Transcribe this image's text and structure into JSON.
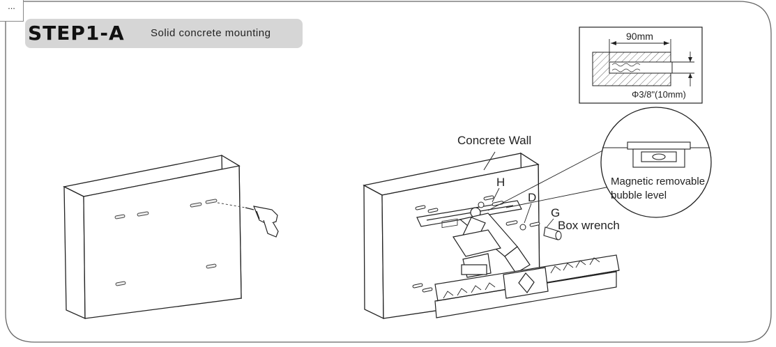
{
  "corner_menu": {
    "label": "..."
  },
  "header": {
    "title": "STEP1-A",
    "subtitle": "Solid concrete mounting"
  },
  "drill_detail": {
    "width_label": "90mm",
    "diameter_label": "Φ3/8\"(10mm)"
  },
  "labels": {
    "concrete_wall": "Concrete Wall",
    "part_h": "H",
    "part_d": "D",
    "part_g": "G",
    "box_wrench": "Box wrench",
    "level_line1": "Magnetic removable",
    "level_line2": "bubble level"
  },
  "icons": {
    "drill": "drill-icon",
    "wall_mount": "tv-wall-mount-icon",
    "bubble_level": "bubble-level-icon"
  }
}
